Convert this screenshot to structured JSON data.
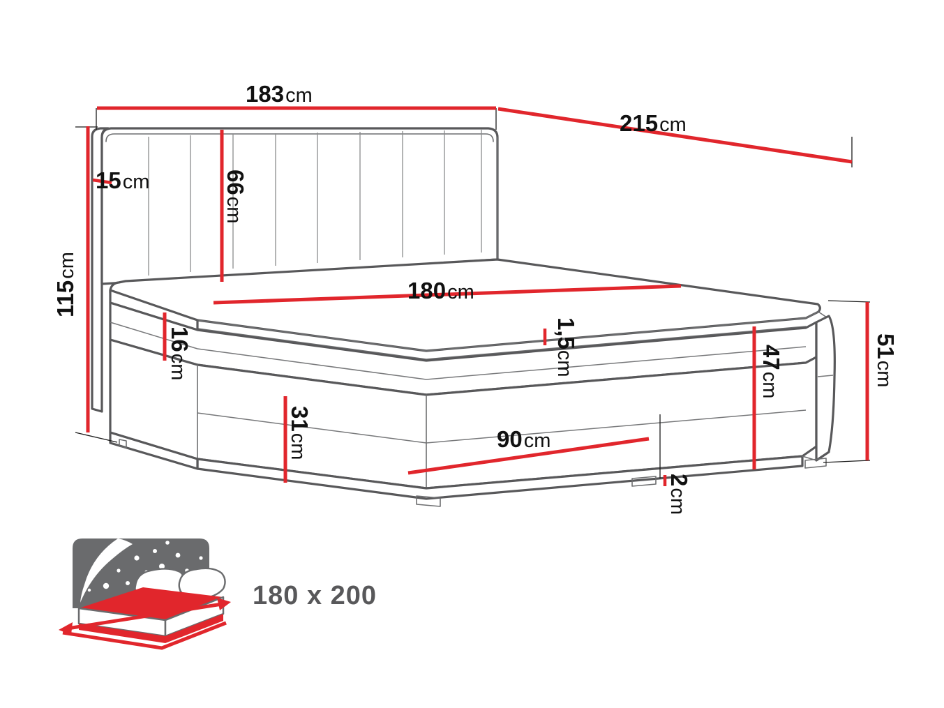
{
  "diagram": {
    "title": "Boxspring bed dimension diagram",
    "unit_suffix": "cm",
    "accent_color": "#e1262c",
    "outline_color": "#58585a",
    "label_color": "#58585a"
  },
  "dimensions": {
    "total_width": {
      "value": "183",
      "unit": "cm",
      "name": "total-width"
    },
    "total_length": {
      "value": "215",
      "unit": "cm",
      "name": "total-length"
    },
    "total_height": {
      "value": "115",
      "unit": "cm",
      "name": "total-height"
    },
    "headboard_side_margin": {
      "value": "15",
      "unit": "cm",
      "name": "headboard-side-margin"
    },
    "headboard_height": {
      "value": "66",
      "unit": "cm",
      "name": "headboard-height"
    },
    "mattress_width": {
      "value": "180",
      "unit": "cm",
      "name": "mattress-width"
    },
    "topper_thickness": {
      "value": "1,5",
      "unit": "cm",
      "name": "topper-thickness"
    },
    "mattress_thickness": {
      "value": "16",
      "unit": "cm",
      "name": "mattress-thickness"
    },
    "base_height": {
      "value": "31",
      "unit": "cm",
      "name": "base-height"
    },
    "base_side_length": {
      "value": "90",
      "unit": "cm",
      "name": "base-side-length"
    },
    "base_total_height": {
      "value": "47",
      "unit": "cm",
      "name": "base-total-height"
    },
    "overall_base_height": {
      "value": "51",
      "unit": "cm",
      "name": "overall-base-height"
    },
    "leg_height": {
      "value": "2",
      "unit": "cm",
      "name": "leg-height"
    }
  },
  "mattress_icon": {
    "name": "mattress-size-icon",
    "size_label": "180 x 200",
    "night_panel_color": "#6a6b6d",
    "mattress_color": "#e1262c"
  },
  "chart_data": {
    "type": "table",
    "title": "Bed dimensions",
    "categories": [
      "183cm",
      "215cm",
      "115cm",
      "15cm",
      "66cm",
      "180cm",
      "1,5cm",
      "16cm",
      "31cm",
      "90cm",
      "47cm",
      "51cm",
      "2cm"
    ],
    "values": [
      183,
      215,
      115,
      15,
      66,
      180,
      1.5,
      16,
      31,
      90,
      47,
      51,
      2
    ]
  }
}
